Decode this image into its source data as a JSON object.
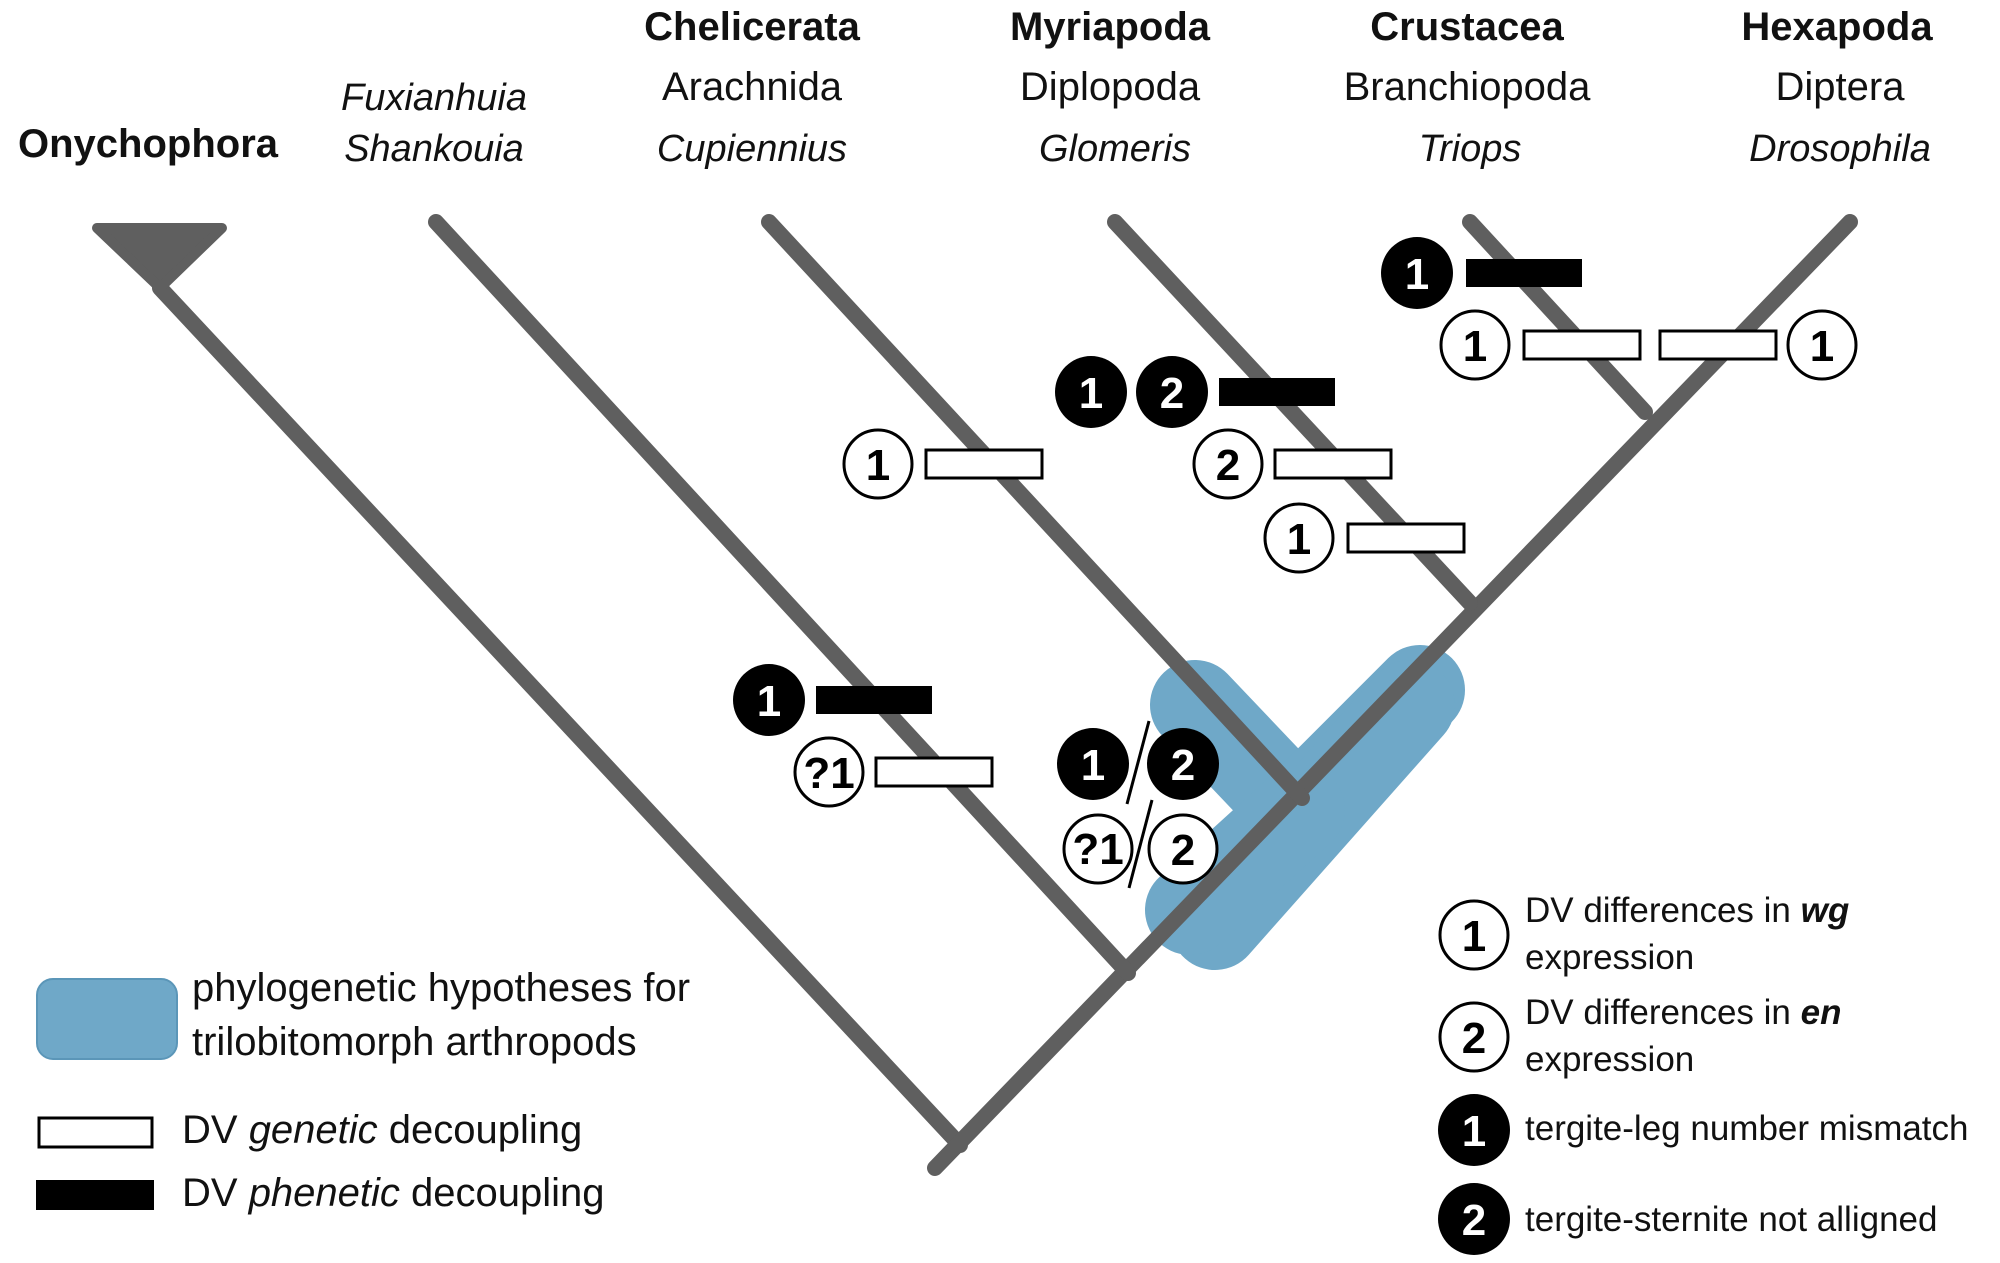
{
  "taxa": {
    "onychophora": {
      "name": "Onychophora"
    },
    "fuxianhuia": {
      "genus1": "Fuxianhuia",
      "genus2": "Shankouia"
    },
    "chelicerata": {
      "group": "Chelicerata",
      "class": "Arachnida",
      "genus": "Cupiennius"
    },
    "myriapoda": {
      "group": "Myriapoda",
      "class": "Diplopoda",
      "genus": "Glomeris"
    },
    "crustacea": {
      "group": "Crustacea",
      "class": "Branchiopoda",
      "genus": "Triops"
    },
    "hexapoda": {
      "group": "Hexapoda",
      "class": "Diptera",
      "genus": "Drosophila"
    }
  },
  "badges": {
    "one": "1",
    "two": "2",
    "q_one": "?1"
  },
  "legend": {
    "blue_line1": "phylogenetic hypotheses for",
    "blue_line2": "trilobitomorph arthropods",
    "genetic_pre": "DV ",
    "genetic_em": "genetic",
    "genetic_post": " decoupling",
    "phenetic_pre": "DV ",
    "phenetic_em": "phenetic",
    "phenetic_post": " decoupling",
    "wg_pre": "DV differences in ",
    "wg_em": "wg",
    "wg_line2": "expression",
    "en_pre": "DV differences in ",
    "en_em": "en",
    "en_line2": "expression",
    "mismatch": "tergite-leg number mismatch",
    "not_aligned": "tergite-sternite not alligned"
  },
  "colors": {
    "branch": "#5f5f5f",
    "hypothesis": "#6fa8c8",
    "hypothesis_stroke": "#5b96b8",
    "filled": "#000000",
    "outline": "#000000",
    "background": "#ffffff"
  }
}
